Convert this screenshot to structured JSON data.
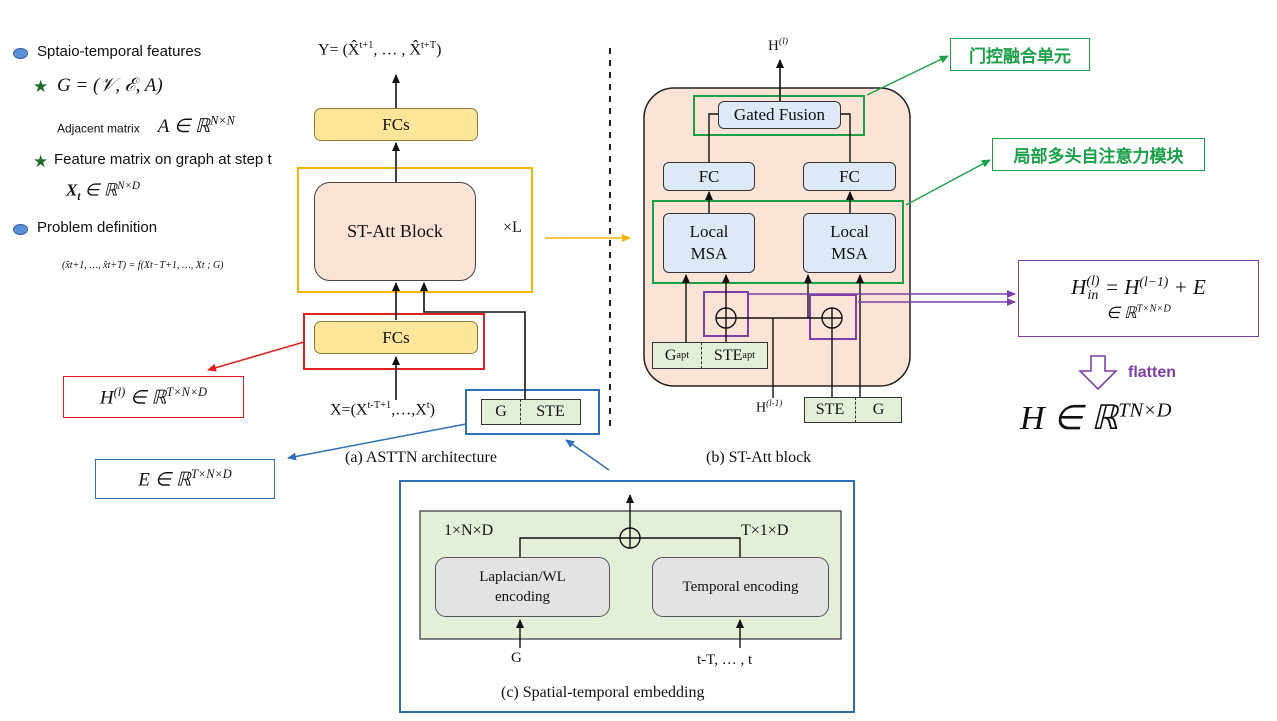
{
  "legend": {
    "item1": "Sptaio-temporal features",
    "graph_def": "G = (𝒱, ℰ, A)",
    "adj_label": "Adjacent matrix",
    "adj_math": "A ∈ ℝ",
    "adj_sup": "N×N",
    "feat_label": "Feature matrix on graph at step t",
    "feat_math_base": "X",
    "feat_math_sub": "t",
    "feat_math_rest": " ∈ ℝ",
    "feat_sup": "N×D",
    "item2": "Problem definition",
    "problem_eq": "(x̂t+1, …, x̂t+T) = f(Xt−T+1, …, Xt ; G)"
  },
  "arch": {
    "output_prefix": "Y= (X̂",
    "output_sup1": "t+1",
    "output_mid": ", … , X̂",
    "output_sup2": "t+T",
    "output_suffix": ")",
    "fcs_top": "FCs",
    "st_att": "ST-Att Block",
    "times_l": "×L",
    "fcs_bottom": "FCs",
    "input_prefix": "X=(X",
    "input_sup1": "t-T+1",
    "input_mid": ",…,X",
    "input_sup2": "t",
    "input_suffix": ")",
    "g": "G",
    "ste": "STE",
    "caption": "(a) ASTTN architecture"
  },
  "annotations": {
    "h_base": "H",
    "h_sup": "(l)",
    "h_rest": " ∈ ℝ",
    "h_dims": "T×N×D",
    "e_base": "E",
    "e_rest": " ∈ ℝ",
    "e_dims": "T×N×D"
  },
  "block": {
    "output_base": "H",
    "output_sup": "(l)",
    "gated_fusion": "Gated Fusion",
    "fc_left": "FC",
    "fc_right": "FC",
    "msa_left_l1": "Local",
    "msa_left_l2": "MSA",
    "msa_right_l1": "Local",
    "msa_right_l2": "MSA",
    "g_apt_base": "G",
    "g_apt_sub": "apt",
    "ste_apt_base": "STE",
    "ste_apt_sub": "apt",
    "h_in_base": "H",
    "h_in_sup": "(l-1)",
    "ste": "STE",
    "g": "G",
    "caption": "(b) ST-Att block",
    "cn_gated": "门控融合单元",
    "cn_msa": "局部多头自注意力模块"
  },
  "right": {
    "hin_base": "H",
    "hin_sup": "(l)",
    "hin_sub": "in",
    "hin_eq": " = H",
    "hin_eq_sup": "(l−1)",
    "hin_eq_rest": " + E",
    "hin_line2": "∈ ℝ",
    "hin_line2_sup": "T×N×D",
    "flatten": "flatten",
    "h_final_base": "H",
    "h_final_rest": " ∈ ℝ",
    "h_final_sup": "TN×D"
  },
  "embedding": {
    "dims_left": "1×N×D",
    "dims_right": "T×1×D",
    "lap_l1": "Laplacian/WL",
    "lap_l2": "encoding",
    "temporal": "Temporal encoding",
    "g_input": "G",
    "t_input": "t-T, … , t",
    "caption": "(c) Spatial-temporal embedding"
  },
  "colors": {
    "yellow_fill": "#fde59a",
    "orange_frame": "#f6b400",
    "red_frame": "#e02020",
    "blue_frame": "#2e6fb5",
    "green_frame": "#1aa048",
    "purple_frame": "#7f3fa8",
    "peach_fill": "#fbe3d6",
    "light_blue_fill": "#dde9f6",
    "light_green_fill": "#e3efd9"
  }
}
